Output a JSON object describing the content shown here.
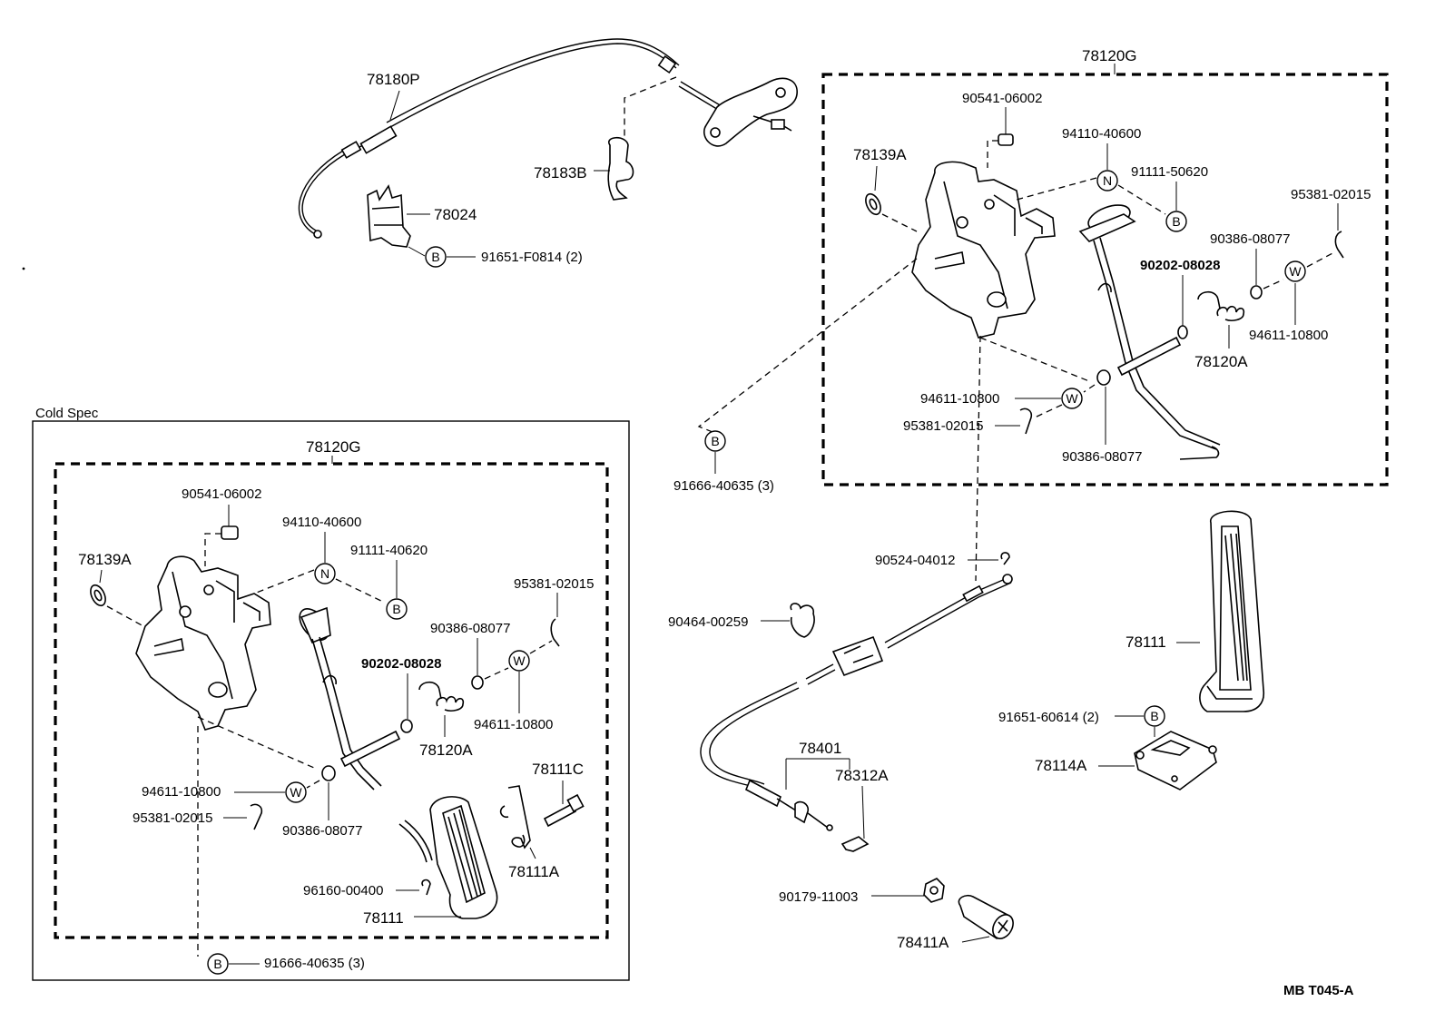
{
  "cold_spec": {
    "title": "Cold Spec"
  },
  "footer": {
    "code": "MB  T045-A"
  },
  "symbols": {
    "b": "B",
    "n": "N",
    "w": "W"
  },
  "main": {
    "cable_78180p": "78180P",
    "clamp_78183b": "78183B",
    "bracket_78024": "78024",
    "bolt_91651_f0814": "91651-F0814 (2)",
    "assy_78120g": "78120G",
    "bushing_78139a": "78139A",
    "bolt_90541": "90541-06002",
    "nut_94110": "94110-40600",
    "bolt_91111": "91111-50620",
    "pin_95381_right": "95381-02015",
    "bushing_90386_right": "90386-08077",
    "pin_90202": "90202-08028",
    "washer_94611_right": "94611-10800",
    "spring_78120a": "78120A",
    "washer_94611_left": "94611-10800",
    "pin_95381_left": "95381-02015",
    "bushing_90386_bottom": "90386-08077",
    "bolt_91666": "91666-40635 (3)",
    "clip_90524": "90524-04012",
    "clamp_90464": "90464-00259",
    "pedal_78111": "78111",
    "bolt_91651_60614": "91651-60614 (2)",
    "bracket_78114a": "78114A",
    "cable_78401": "78401",
    "clip_78312a": "78312A",
    "nut_90179": "90179-11003",
    "knob_78411a": "78411A"
  },
  "cold": {
    "assy_78120g": "78120G",
    "bolt_90541": "90541-06002",
    "bushing_78139a": "78139A",
    "nut_94110": "94110-40600",
    "bolt_91111": "91111-40620",
    "pin_95381_right": "95381-02015",
    "bushing_90386_right": "90386-08077",
    "pin_90202": "90202-08028",
    "washer_94611_right": "94611-10800",
    "spring_78120a": "78120A",
    "stop_78111c": "78111C",
    "washer_94611_left": "94611-10800",
    "pin_95381_left": "95381-02015",
    "bushing_90386_bottom": "90386-08077",
    "spring_78111a": "78111A",
    "clip_96160": "96160-00400",
    "pedal_78111": "78111",
    "bolt_91666": "91666-40635 (3)"
  }
}
